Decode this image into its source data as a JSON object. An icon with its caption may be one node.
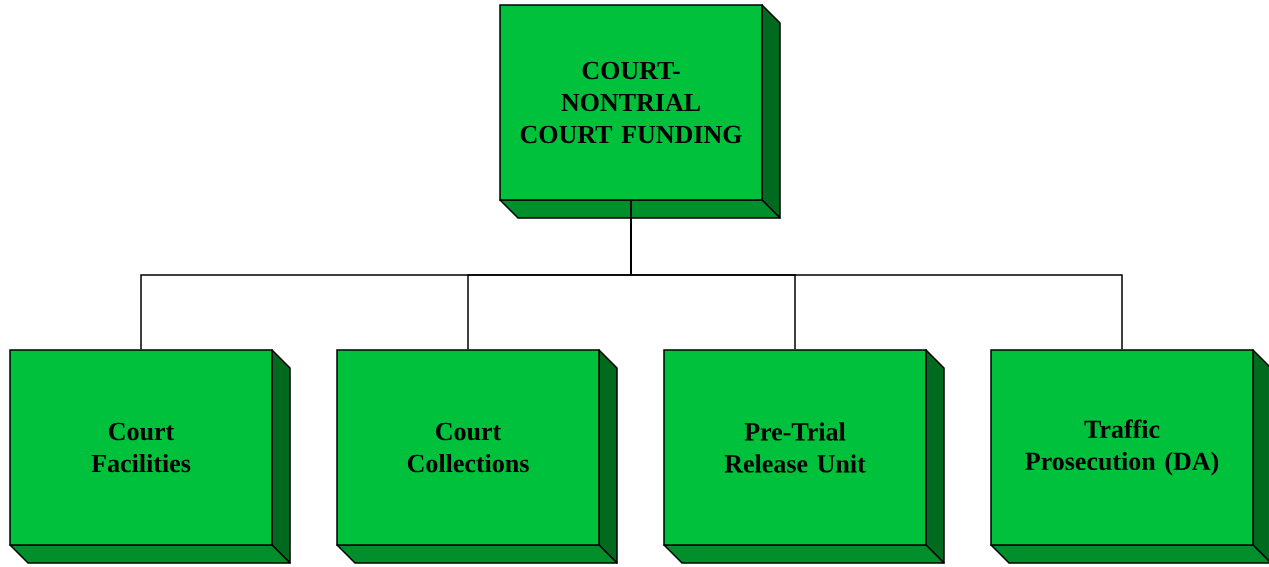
{
  "diagram": {
    "nodes": [
      {
        "text": [
          "COURT-NONTRIAL COURT FUNDING"
        ]
      },
      {
        "text": [
          "Court Facilities"
        ]
      },
      {
        "text": [
          "Court Collections"
        ]
      },
      {
        "text": [
          "Pre-Trial Release Unit"
        ]
      },
      {
        "text": [
          "Traffic Prosecution (DA)"
        ]
      }
    ],
    "edges": [
      {
        "from": 0,
        "to": 1,
        "arrow": "none"
      },
      {
        "from": 0,
        "to": 2,
        "arrow": "none"
      },
      {
        "from": 0,
        "to": 3,
        "arrow": "none"
      },
      {
        "from": 0,
        "to": 4,
        "arrow": "none"
      }
    ]
  }
}
